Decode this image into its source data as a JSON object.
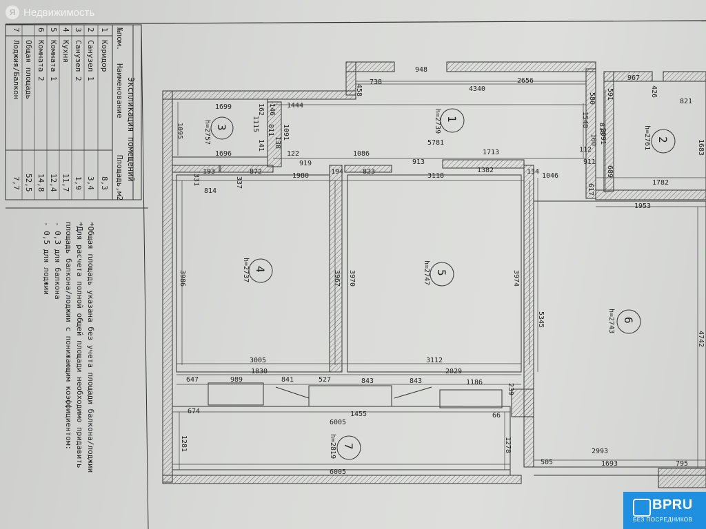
{
  "watermark": {
    "logo_letter": "Я",
    "text": "Недвижимость"
  },
  "badge": {
    "title": "BPRU",
    "subtitle": "БЕЗ ПОСРЕДНИКОВ"
  },
  "table": {
    "title": "Экспликация помещений",
    "headers": [
      "№пом.",
      "Наименование",
      "Площадь,м2"
    ],
    "rows": [
      {
        "no": "1",
        "name": "Коридор",
        "area": "8,3"
      },
      {
        "no": "2",
        "name": "Санузел 1",
        "area": "3,4"
      },
      {
        "no": "3",
        "name": "Санузел 2",
        "area": "1,9"
      },
      {
        "no": "4",
        "name": "Кухня",
        "area": "11,7"
      },
      {
        "no": "5",
        "name": "Комната 1",
        "area": "12,4"
      },
      {
        "no": "6",
        "name": "Комната 2",
        "area": "14,8"
      },
      {
        "no": "",
        "name": "Общая площадь",
        "area": "52,5"
      },
      {
        "no": "7",
        "name": "Лоджия/Балкон",
        "area": "7,7"
      }
    ]
  },
  "notes": [
    "*Общая площадь указана без учета площади балкона/лоджии",
    "*Для расчета полной общей площади необходимо придавить",
    "площадь балкона/лоджии с понижающим коэффициентом:",
    "-     0,3 для балкона",
    "-     0,5 для лоджии"
  ],
  "rooms": [
    {
      "no": "1",
      "h": "h=2739"
    },
    {
      "no": "2",
      "h": "h=2761"
    },
    {
      "no": "3",
      "h": "h=2757"
    },
    {
      "no": "4",
      "h": "h=2737"
    },
    {
      "no": "5",
      "h": "h=2747"
    },
    {
      "no": "6",
      "h": "h=2743"
    },
    {
      "no": "7",
      "h": "h=2819"
    }
  ],
  "dims": [
    "948",
    "738",
    "458",
    "4340",
    "2656",
    "580",
    "591",
    "967",
    "426",
    "821",
    "1699",
    "1444",
    "162",
    "146",
    "1115",
    "811",
    "1091",
    "141",
    "138",
    "1548",
    "816",
    "160",
    "2091",
    "1683",
    "1095",
    "1696",
    "122",
    "5781",
    "112",
    "919",
    "1086",
    "913",
    "1713",
    "911",
    "689",
    "1782",
    "193",
    "872",
    "1980",
    "194",
    "823",
    "3118",
    "1382",
    "134",
    "1046",
    "617",
    "331",
    "337",
    "814",
    "1953",
    "3986",
    "3967",
    "3970",
    "3974",
    "5345",
    "4742",
    "3005",
    "3112",
    "1830",
    "2029",
    "647",
    "989",
    "841",
    "527",
    "843",
    "843",
    "1186",
    "239",
    "674",
    "1455",
    "66",
    "6005",
    "1281",
    "1278",
    "2993",
    "6005",
    "505",
    "1693",
    "795"
  ]
}
